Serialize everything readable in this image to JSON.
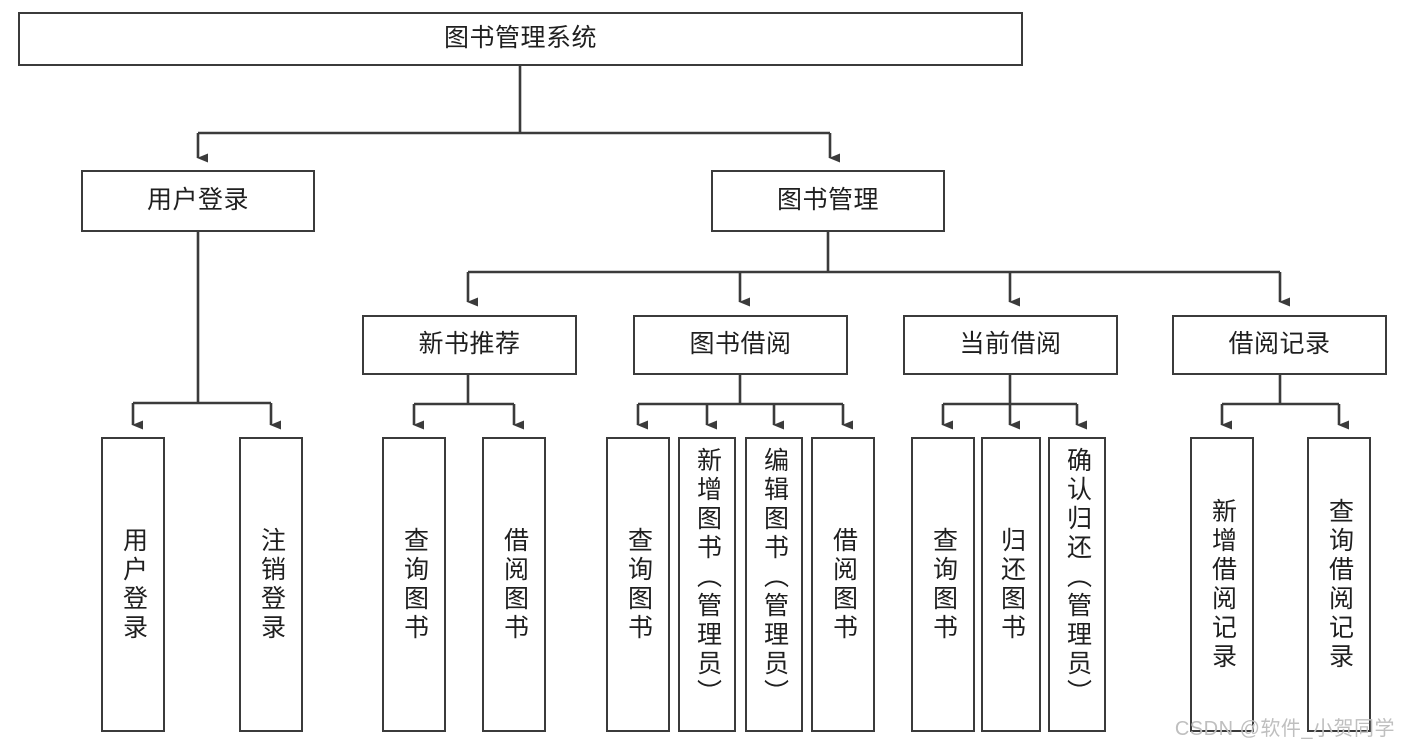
{
  "diagram": {
    "title": "图书管理系统",
    "type": "tree-hierarchy-functional-decomposition",
    "root": {
      "id": "root",
      "label": "图书管理系统"
    },
    "level2": [
      {
        "id": "user-login",
        "label": "用户登录"
      },
      {
        "id": "book-management",
        "label": "图书管理"
      }
    ],
    "level3": [
      {
        "id": "new-book-recommend",
        "label": "新书推荐",
        "parent": "book-management"
      },
      {
        "id": "book-borrow",
        "label": "图书借阅",
        "parent": "book-management"
      },
      {
        "id": "current-borrow",
        "label": "当前借阅",
        "parent": "book-management"
      },
      {
        "id": "borrow-record",
        "label": "借阅记录",
        "parent": "book-management"
      }
    ],
    "leaves": [
      {
        "id": "leaf-user-login",
        "label": "用户登录",
        "parent": "user-login"
      },
      {
        "id": "leaf-logout-login",
        "label": "注销登录",
        "parent": "user-login"
      },
      {
        "id": "leaf-query-book-1",
        "label": "查询图书",
        "parent": "new-book-recommend"
      },
      {
        "id": "leaf-borrow-book-1",
        "label": "借阅图书",
        "parent": "new-book-recommend"
      },
      {
        "id": "leaf-query-book-2",
        "label": "查询图书",
        "parent": "book-borrow"
      },
      {
        "id": "leaf-add-book",
        "label": "新增图书（管理员）",
        "parent": "book-borrow"
      },
      {
        "id": "leaf-edit-book",
        "label": "编辑图书（管理员）",
        "parent": "book-borrow"
      },
      {
        "id": "leaf-borrow-book-2",
        "label": "借阅图书",
        "parent": "book-borrow"
      },
      {
        "id": "leaf-query-book-3",
        "label": "查询图书",
        "parent": "current-borrow"
      },
      {
        "id": "leaf-return-book",
        "label": "归还图书",
        "parent": "current-borrow"
      },
      {
        "id": "leaf-confirm-return",
        "label": "确认归还（管理员）",
        "parent": "current-borrow"
      },
      {
        "id": "leaf-add-borrow-record",
        "label": "新增借阅记录",
        "parent": "borrow-record"
      },
      {
        "id": "leaf-query-borrow-record",
        "label": "查询借阅记录",
        "parent": "borrow-record"
      }
    ]
  },
  "watermark": {
    "text": "CSDN @软件_小贺同学"
  },
  "colors": {
    "box_border": "#3b3b3b",
    "connector": "#3b3b3b",
    "text": "#1f1f1f",
    "background": "#ffffff",
    "watermark": "#bfbfbf"
  }
}
